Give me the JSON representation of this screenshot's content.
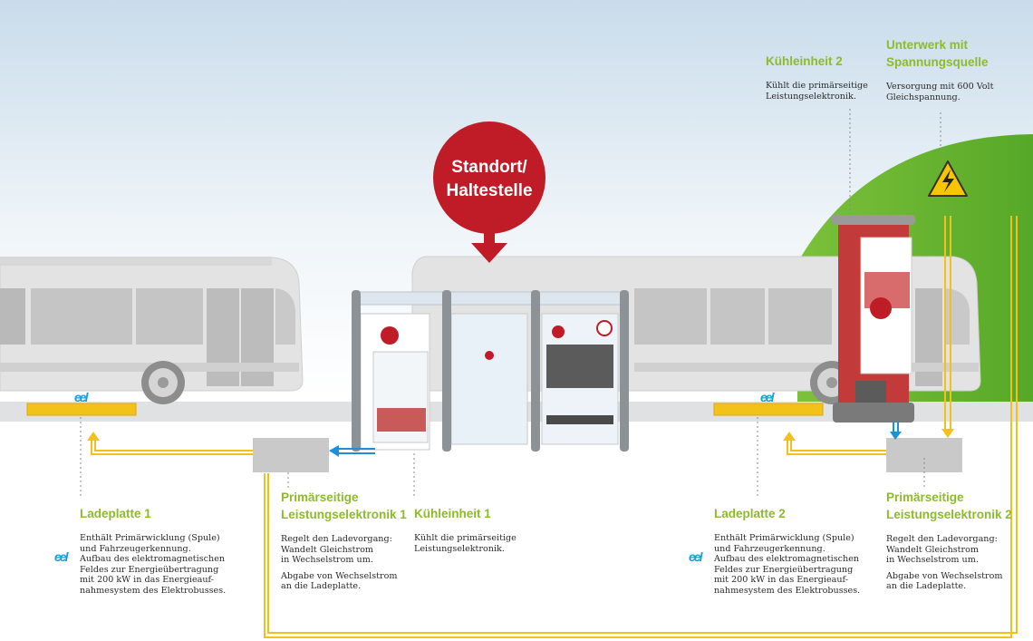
{
  "standort": {
    "line1": "Standort/",
    "line2": "Haltestelle"
  },
  "callouts": {
    "kuehl2": {
      "title": [
        "Kühleinheit 2"
      ],
      "body": [
        [
          "Kühlt die primärseitige",
          "Leistungselektronik."
        ]
      ]
    },
    "unterwerk": {
      "title": [
        "Unterwerk mit",
        "Spannungsquelle"
      ],
      "body": [
        [
          "Versorgung mit 600 Volt",
          "Gleichspannung."
        ]
      ]
    },
    "ladeplatte1": {
      "title": [
        "Ladeplatte 1"
      ],
      "body": [
        [
          "Enthält Primärwicklung (Spule)",
          "und Fahrzeugerkennung.",
          "Aufbau des elektromagnetischen",
          "Feldes zur Energieübertragung",
          "mit 200 kW in das Energieauf-",
          "nahmesystem des Elektrobusses."
        ]
      ]
    },
    "prim1": {
      "title": [
        "Primärseitige",
        "Leistungselektronik 1"
      ],
      "body": [
        [
          "Regelt den Ladevorgang:",
          "Wandelt Gleichstrom",
          "in Wechselstrom um."
        ],
        [
          "Abgabe von Wechselstrom",
          "an die Ladeplatte."
        ]
      ]
    },
    "kuehl1": {
      "title": [
        "Kühleinheit 1"
      ],
      "body": [
        [
          "Kühlt die primärseitige",
          "Leistungselektronik."
        ]
      ]
    },
    "ladeplatte2": {
      "title": [
        "Ladeplatte 2"
      ],
      "body": [
        [
          "Enthält Primärwicklung (Spule)",
          "und Fahrzeugerkennung.",
          "Aufbau des elektromagnetischen",
          "Feldes zur Energieübertragung",
          "mit 200 kW in das Energieauf-",
          "nahmesystem des Elektrobusses."
        ]
      ]
    },
    "prim2": {
      "title": [
        "Primärseitige",
        "Leistungselektronik 2"
      ],
      "body": [
        [
          "Regelt den Ladevorgang:",
          "Wandelt Gleichstrom",
          "in Wechselstrom um."
        ],
        [
          "Abgabe von Wechselstrom",
          "an die Ladeplatte."
        ]
      ]
    }
  },
  "logo_text": "eel",
  "colors": {
    "accent_green": "#8dbb2a",
    "marker_red": "#c01c28",
    "power_yellow": "#f3c21a",
    "cooling_blue": "#1f8fd8",
    "bus_gray": "#d5d5d5",
    "electronics_gray": "#c9c9c9"
  },
  "icons": [
    "high-voltage-warning-icon",
    "eel-logo-icon"
  ]
}
